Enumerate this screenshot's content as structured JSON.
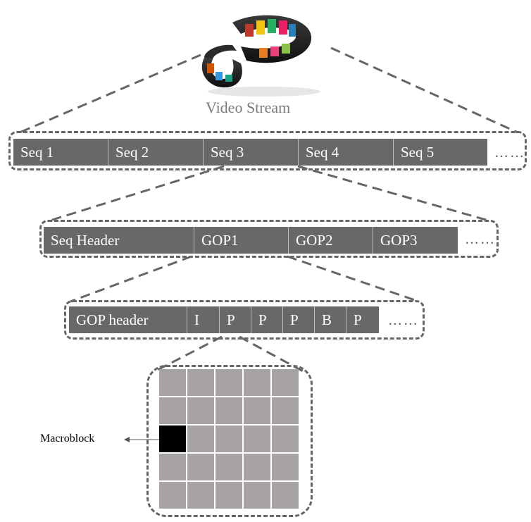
{
  "video_stream": {
    "label": "Video Stream"
  },
  "sequences": [
    "Seq 1",
    "Seq 2",
    "Seq 3",
    "Seq 4",
    "Seq 5"
  ],
  "sequence_components": [
    "Seq Header",
    "GOP1",
    "GOP2",
    "GOP3"
  ],
  "gop_components": [
    "GOP header",
    "I",
    "P",
    "P",
    "P",
    "B",
    "P"
  ],
  "ellipsis": "……",
  "macroblock": {
    "label": "Macroblock",
    "grid_rows": 5,
    "grid_cols": 5,
    "highlighted_cell": {
      "row": 3,
      "col": 1
    }
  },
  "colors": {
    "bar": "#686868",
    "frame": "#666666",
    "macroblock": "#a7a3a3",
    "highlight": "#000000"
  }
}
